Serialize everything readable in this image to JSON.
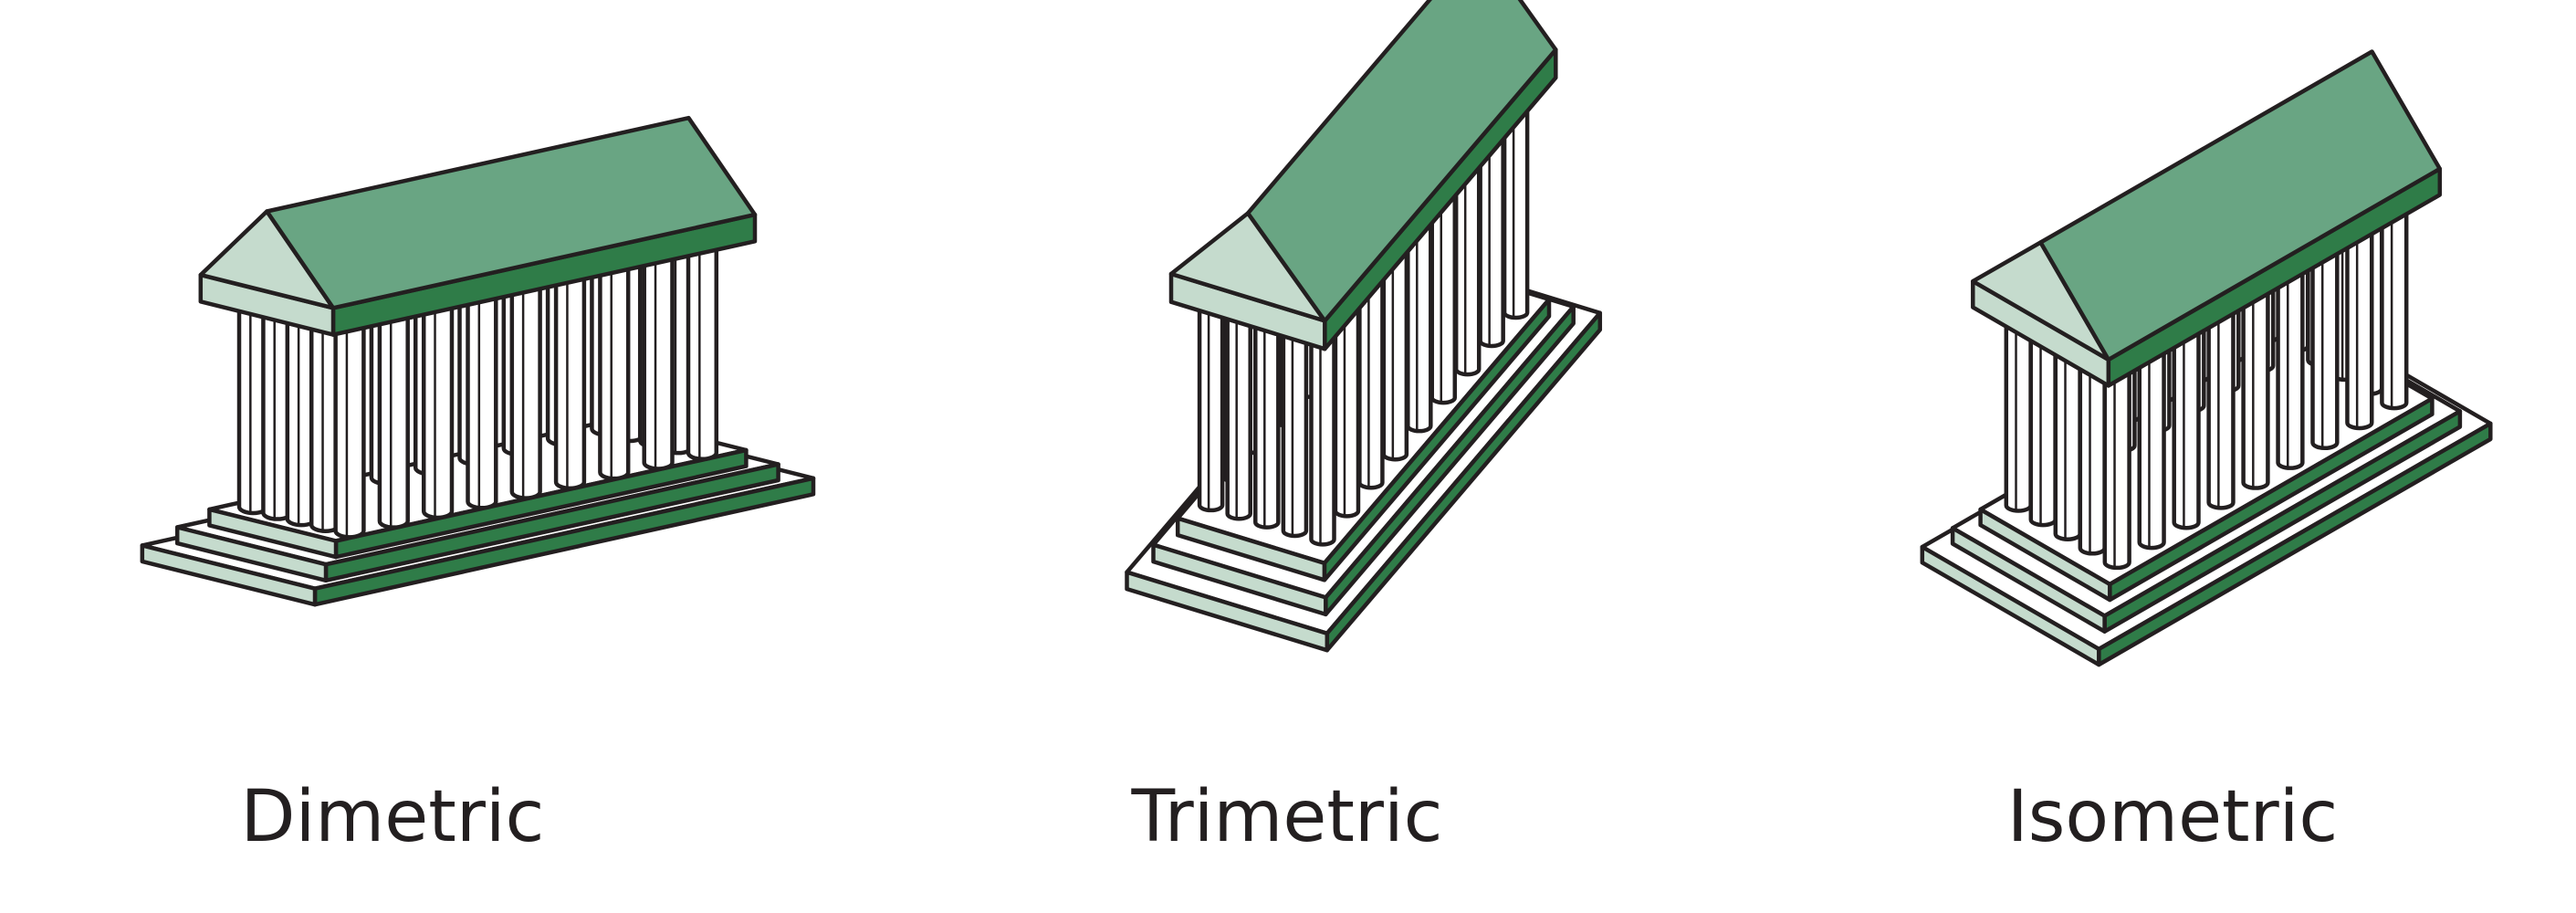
{
  "colors": {
    "outline": "#231f20",
    "light_green": "#c5dbcd",
    "mid_green": "#69a583",
    "dark_green": "#2f7c48",
    "white": "#ffffff"
  },
  "figures": [
    {
      "name": "dimetric-temple",
      "label": "Dimetric"
    },
    {
      "name": "trimetric-temple",
      "label": "Trimetric"
    },
    {
      "name": "isometric-temple",
      "label": "Isometric"
    }
  ]
}
